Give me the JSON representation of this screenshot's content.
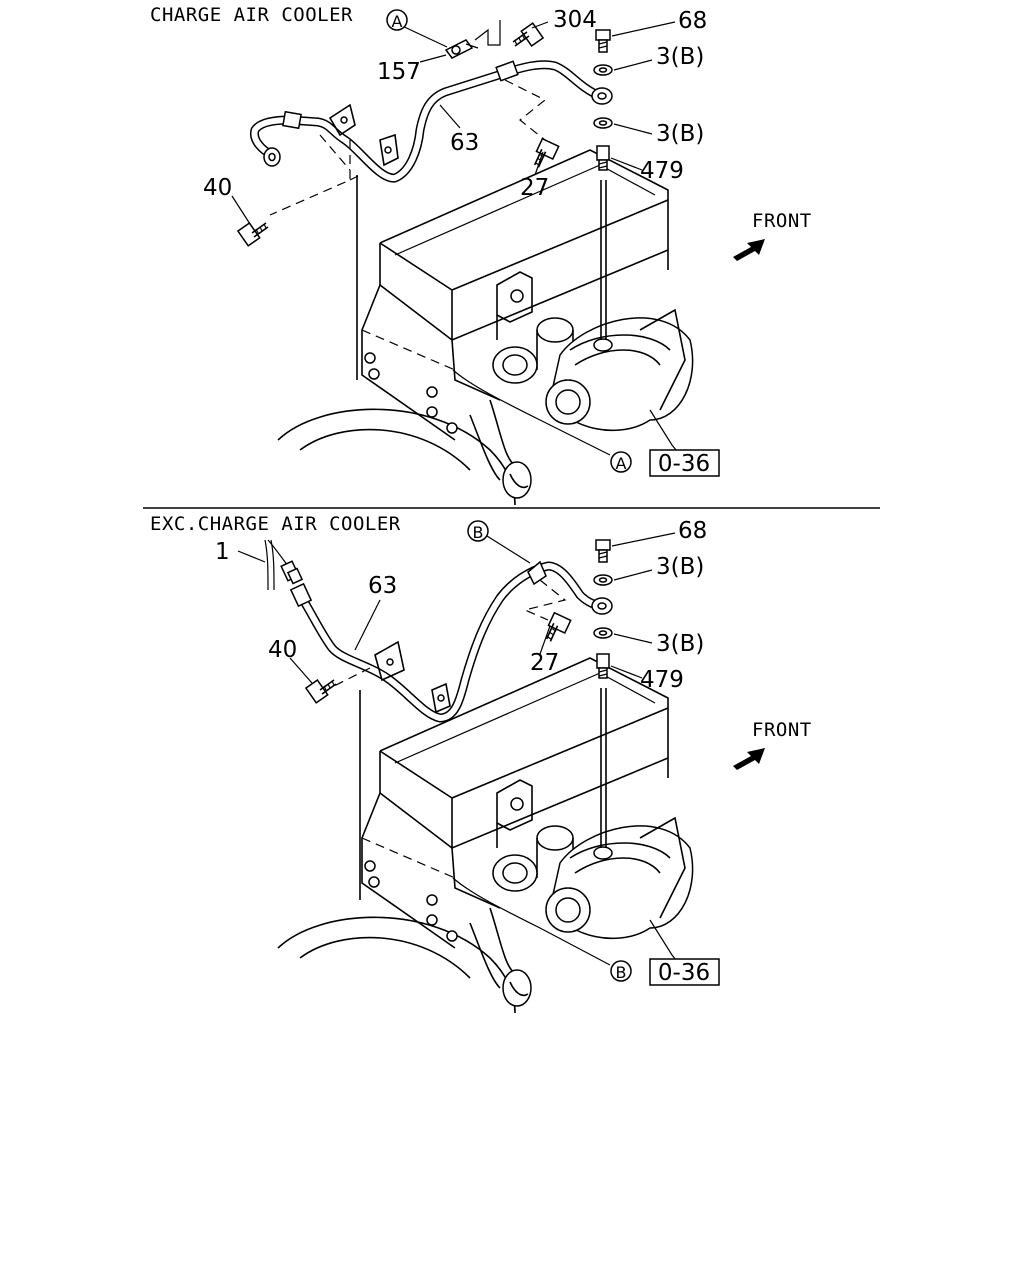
{
  "panels": [
    {
      "header": "CHARGE AIR COOLER",
      "front": "FRONT",
      "ref": "0-36",
      "callout": "A",
      "parts": {
        "p304": "304",
        "p68": "68",
        "p3b_upper": "3(B)",
        "p157": "157",
        "p63": "63",
        "p3b_lower": "3(B)",
        "p479": "479",
        "p27": "27",
        "p40": "40"
      }
    },
    {
      "header": "EXC.CHARGE AIR COOLER",
      "front": "FRONT",
      "ref": "0-36",
      "callout": "B",
      "parts": {
        "p68": "68",
        "p1": "1",
        "p3b_upper": "3(B)",
        "p63": "63",
        "p3b_lower": "3(B)",
        "p40": "40",
        "p27": "27",
        "p479": "479"
      }
    }
  ]
}
